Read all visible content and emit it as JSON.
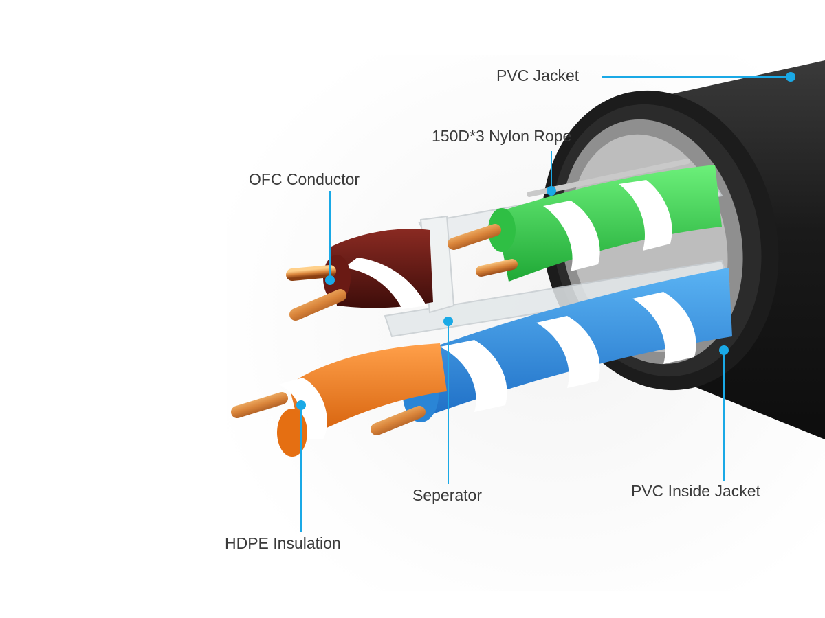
{
  "diagram": {
    "callouts": [
      {
        "id": "pvc-jacket",
        "label": "PVC Jacket"
      },
      {
        "id": "nylon-rope",
        "label": "150D*3 Nylon Rope"
      },
      {
        "id": "ofc-conductor",
        "label": "OFC Conductor"
      },
      {
        "id": "seperator",
        "label": "Seperator"
      },
      {
        "id": "pvc-inside-jacket",
        "label": "PVC Inside Jacket"
      },
      {
        "id": "hdpe-insulation",
        "label": "HDPE Insulation"
      }
    ],
    "colors": {
      "callout_line": "#1aa9e6",
      "label_text": "#3a3a3a",
      "outer_jacket": "#1c1c1c",
      "inner_jacket": "#8f8f8f",
      "green_pair": "#33d24a",
      "blue_pair": "#2f8fe0",
      "orange_pair": "#f07a17",
      "brown_pair": "#5a1410",
      "copper": "#d9843a"
    }
  }
}
